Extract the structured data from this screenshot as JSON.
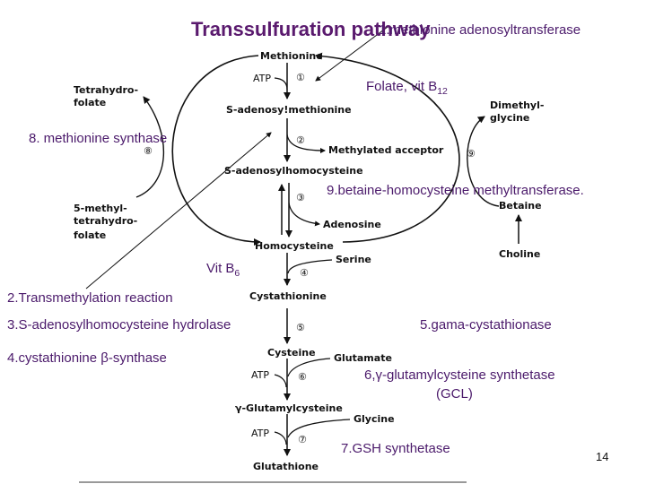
{
  "slide": {
    "title": "Transsulfuration pathway",
    "page_number": "14"
  },
  "labels": {
    "enzyme1": "1.methionine adenosyltransferase",
    "folate": "Folate, vit B",
    "folate_sub": "12",
    "enzyme8": "8. methionine synthase",
    "enzyme9": "9.betaine-homocysteine methyltransferase.",
    "vitb6": "Vit B",
    "vitb6_sub": "6",
    "enzyme2": "2.Transmethylation reaction",
    "enzyme3": "3.S-adenosylhomocysteine hydrolase",
    "enzyme5": "5.gama-cystathionase",
    "enzyme4": "4.cystathionine β-synthase",
    "enzyme6_line1": "6,γ-glutamylcysteine synthetase",
    "enzyme6_line2": "(GCL)",
    "enzyme7": "7.GSH synthetase"
  },
  "diagram": {
    "methionine": "Methionine",
    "atp1": "ATP",
    "step1": "①",
    "sam": "S-adenosy!methionine",
    "step2": "②",
    "methylated_acceptor": "Methylated acceptor",
    "sah": "S-adenosylhomocysteine",
    "step3": "③",
    "adenosine": "Adenosine",
    "homocysteine": "Homocysteine",
    "serine": "Serine",
    "step4": "④",
    "cystathionine": "Cystathionine",
    "step5": "⑤",
    "cysteine": "Cysteine",
    "glutamate": "Glutamate",
    "atp2": "ATP",
    "step6": "⑥",
    "gamma_glutamylcysteine": "γ-Glutamylcysteine",
    "glycine": "Glycine",
    "atp3": "ATP",
    "step7": "⑦",
    "glutathione": "Glutathione",
    "thf_line1": "Tetrahydro-",
    "thf_line2": "folate",
    "step8": "⑧",
    "mthf_line1": "5-methyl-",
    "mthf_line2": "tetrahydro-",
    "mthf_line3": "folate",
    "dmg_line1": "Dimethyl-",
    "dmg_line2": "glycine",
    "step9": "⑨",
    "betaine": "Betaine",
    "choline": "Choline"
  }
}
